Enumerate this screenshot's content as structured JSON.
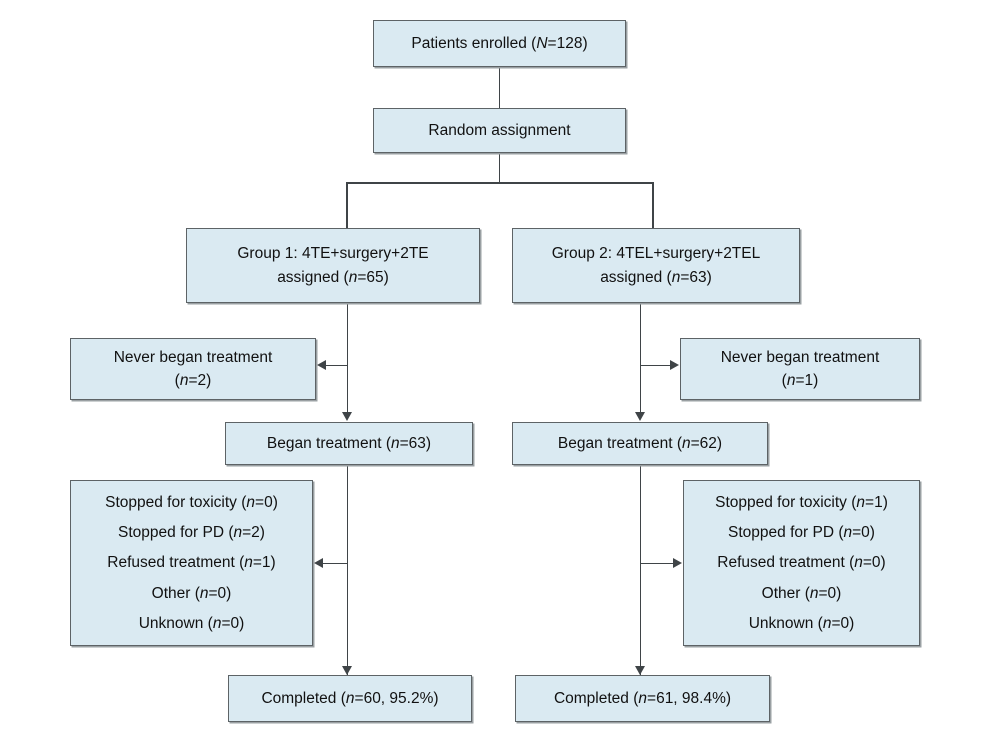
{
  "figure": {
    "type": "consort-flow-diagram",
    "colors": {
      "node_fill": "#daeaf2",
      "node_border": "#5d6366",
      "connector": "#3f4447",
      "text": "#111111",
      "background": "#ffffff"
    }
  },
  "nodes": {
    "enrolled": {
      "line1": "Patients enrolled (N=128)",
      "label_text": "Patients enrolled",
      "count_symbol": "N",
      "count_value": "128"
    },
    "randomization": {
      "line1": "Random assignment"
    },
    "group1_assigned": {
      "line1": "Group 1: 4TE+surgery+2TE",
      "line2": "assigned (n=65)",
      "count_symbol": "n",
      "count_value": "65"
    },
    "group2_assigned": {
      "line1": "Group 2: 4TEL+surgery+2TEL",
      "line2": "assigned (n=63)",
      "count_symbol": "n",
      "count_value": "63"
    },
    "group1_never_began": {
      "line1": "Never began treatment",
      "line2": "(n=2)",
      "count_value": "2"
    },
    "group2_never_began": {
      "line1": "Never began treatment",
      "line2": "(n=1)",
      "count_value": "1"
    },
    "group1_began": {
      "line1": "Began treatment (n=63)",
      "count_value": "63"
    },
    "group2_began": {
      "line1": "Began treatment (n=62)",
      "count_value": "62"
    },
    "group1_discontinued": {
      "rows": [
        "Stopped for toxicity (n=0)",
        "Stopped for PD (n=2)",
        "Refused treatment (n=1)",
        "Other (n=0)",
        "Unknown (n=0)"
      ]
    },
    "group2_discontinued": {
      "rows": [
        "Stopped for toxicity (n=1)",
        "Stopped for PD (n=0)",
        "Refused treatment (n=0)",
        "Other (n=0)",
        "Unknown (n=0)"
      ]
    },
    "group1_completed": {
      "line1": "Completed (n=60, 95.2%)",
      "count_value": "60",
      "percent": "95.2%"
    },
    "group2_completed": {
      "line1": "Completed (n=61, 98.4%)",
      "count_value": "61",
      "percent": "98.4%"
    }
  }
}
